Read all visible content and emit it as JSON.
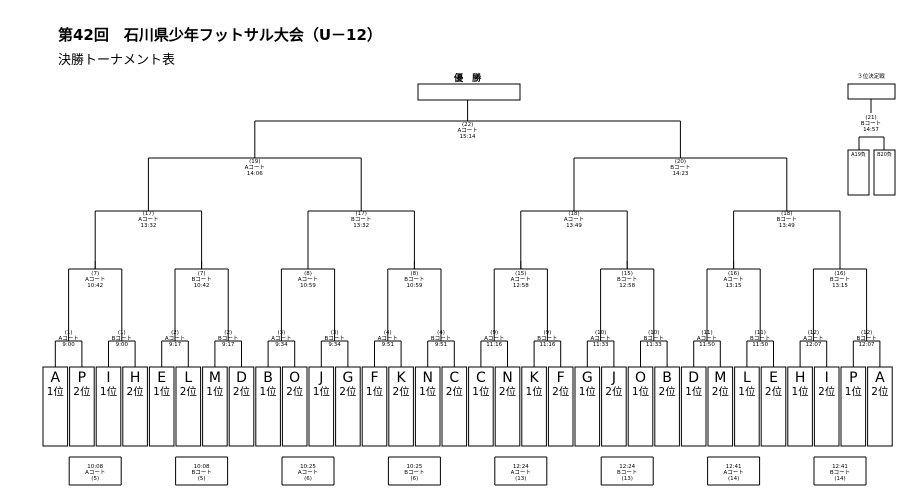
{
  "title": "第42回　石川県少年フットサル大会（U－12）",
  "subtitle": "決勝トーナメント表",
  "final": {
    "label": "優　勝",
    "no": "(22)",
    "court": "Aコート",
    "time": "15:14"
  },
  "third_place": {
    "label": "３位決定戦",
    "no": "(21)",
    "court": "Bコート",
    "time": "14:57",
    "left_slot": "A19負",
    "right_slot": "B20負"
  },
  "semis": [
    {
      "no": "(19)",
      "court": "Aコート",
      "time": "14:06"
    },
    {
      "no": "(20)",
      "court": "Bコート",
      "time": "14:23"
    }
  ],
  "quarters": [
    {
      "no": "(17)",
      "court": "Aコート",
      "time": "13:32"
    },
    {
      "no": "(17)",
      "court": "Bコート",
      "time": "13:32"
    },
    {
      "no": "(18)",
      "court": "Aコート",
      "time": "13:49"
    },
    {
      "no": "(18)",
      "court": "Bコート",
      "time": "13:49"
    }
  ],
  "round16": [
    {
      "no": "(7)",
      "court": "Aコート",
      "time": "10:42"
    },
    {
      "no": "(7)",
      "court": "Bコート",
      "time": "10:42"
    },
    {
      "no": "(8)",
      "court": "Aコート",
      "time": "10:59"
    },
    {
      "no": "(8)",
      "court": "Bコート",
      "time": "10:59"
    },
    {
      "no": "(15)",
      "court": "Aコート",
      "time": "12:58"
    },
    {
      "no": "(15)",
      "court": "Bコート",
      "time": "12:58"
    },
    {
      "no": "(16)",
      "court": "Aコート",
      "time": "13:15"
    },
    {
      "no": "(16)",
      "court": "Bコート",
      "time": "13:15"
    }
  ],
  "round32": [
    {
      "no": "(1)",
      "court": "Aコート",
      "time": "9:00"
    },
    {
      "no": "(1)",
      "court": "Bコート",
      "time": "9:00"
    },
    {
      "no": "(2)",
      "court": "Aコート",
      "time": "9:17"
    },
    {
      "no": "(2)",
      "court": "Bコート",
      "time": "9:17"
    },
    {
      "no": "(3)",
      "court": "Aコート",
      "time": "9:34"
    },
    {
      "no": "(3)",
      "court": "Bコート",
      "time": "9:34"
    },
    {
      "no": "(4)",
      "court": "Aコート",
      "time": "9:51"
    },
    {
      "no": "(4)",
      "court": "Bコート",
      "time": "9:51"
    },
    {
      "no": "(9)",
      "court": "Aコート",
      "time": "11:16"
    },
    {
      "no": "(9)",
      "court": "Bコート",
      "time": "11:16"
    },
    {
      "no": "(10)",
      "court": "Aコート",
      "time": "11:33"
    },
    {
      "no": "(10)",
      "court": "Bコート",
      "time": "11:33"
    },
    {
      "no": "(11)",
      "court": "Aコート",
      "time": "11:50"
    },
    {
      "no": "(11)",
      "court": "Bコート",
      "time": "11:50"
    },
    {
      "no": "(12)",
      "court": "Aコート",
      "time": "12:07"
    },
    {
      "no": "(12)",
      "court": "Bコート",
      "time": "12:07"
    }
  ],
  "prelim": [
    {
      "time": "10:08",
      "court": "Aコート",
      "no": "(5)"
    },
    {
      "time": "10:08",
      "court": "Bコート",
      "no": "(5)"
    },
    {
      "time": "10:25",
      "court": "Aコート",
      "no": "(6)"
    },
    {
      "time": "10:25",
      "court": "Bコート",
      "no": "(6)"
    },
    {
      "time": "12:24",
      "court": "Aコート",
      "no": "(13)"
    },
    {
      "time": "12:24",
      "court": "Bコート",
      "no": "(13)"
    },
    {
      "time": "12:41",
      "court": "Aコート",
      "no": "(14)"
    },
    {
      "time": "12:41",
      "court": "Bコート",
      "no": "(14)"
    }
  ],
  "teams": [
    {
      "group": "A",
      "rank": "1位"
    },
    {
      "group": "P",
      "rank": "2位"
    },
    {
      "group": "I",
      "rank": "1位"
    },
    {
      "group": "H",
      "rank": "2位"
    },
    {
      "group": "E",
      "rank": "1位"
    },
    {
      "group": "L",
      "rank": "2位"
    },
    {
      "group": "M",
      "rank": "1位"
    },
    {
      "group": "D",
      "rank": "2位"
    },
    {
      "group": "B",
      "rank": "1位"
    },
    {
      "group": "O",
      "rank": "2位"
    },
    {
      "group": "J",
      "rank": "1位"
    },
    {
      "group": "G",
      "rank": "2位"
    },
    {
      "group": "F",
      "rank": "1位"
    },
    {
      "group": "K",
      "rank": "2位"
    },
    {
      "group": "N",
      "rank": "1位"
    },
    {
      "group": "C",
      "rank": "2位"
    },
    {
      "group": "C",
      "rank": "1位"
    },
    {
      "group": "N",
      "rank": "2位"
    },
    {
      "group": "K",
      "rank": "1位"
    },
    {
      "group": "F",
      "rank": "2位"
    },
    {
      "group": "G",
      "rank": "1位"
    },
    {
      "group": "J",
      "rank": "2位"
    },
    {
      "group": "O",
      "rank": "1位"
    },
    {
      "group": "B",
      "rank": "2位"
    },
    {
      "group": "D",
      "rank": "1位"
    },
    {
      "group": "M",
      "rank": "2位"
    },
    {
      "group": "L",
      "rank": "1位"
    },
    {
      "group": "E",
      "rank": "2位"
    },
    {
      "group": "H",
      "rank": "1位"
    },
    {
      "group": "I",
      "rank": "2位"
    },
    {
      "group": "P",
      "rank": "1位"
    },
    {
      "group": "A",
      "rank": "2位"
    }
  ]
}
